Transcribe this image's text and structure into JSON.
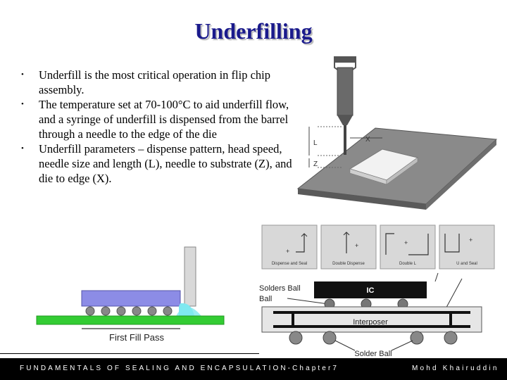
{
  "slide": {
    "title": "Underfilling",
    "bullets": [
      "Underfill is the most critical operation in flip chip assembly.",
      "The temperature set at 70-100°C to aid underfill flow, and a syringe of underfill is dispensed from the barrel through a needle to the edge of the die",
      "Underfill parameters – dispense pattern, head speed, needle size and length (L), needle to substrate (Z), and die to edge (X)."
    ]
  },
  "figures": {
    "dispense_setup": {
      "label_x": "X",
      "label_l": "L",
      "label_z": "Z"
    },
    "patterns": [
      "Dispense and Seal",
      "Double Dispense",
      "Double L",
      "U and Seal"
    ],
    "first_fill": {
      "caption": "First Fill Pass"
    },
    "cross_section": {
      "ic": "IC",
      "solders_ball": "Solders Ball",
      "interposer": "Interposer",
      "solder_ball": "Solder Ball"
    }
  },
  "footer": {
    "left": "FUNDAMENTALS OF SEALING AND ENCAPSULATION-Chapter7",
    "right": "Mohd Khairuddin"
  },
  "colors": {
    "title": "#1a1a8c",
    "die_blue": "#8c8ce6",
    "substrate_green": "#33cc33",
    "underfill_cyan": "#7fe8f0"
  }
}
